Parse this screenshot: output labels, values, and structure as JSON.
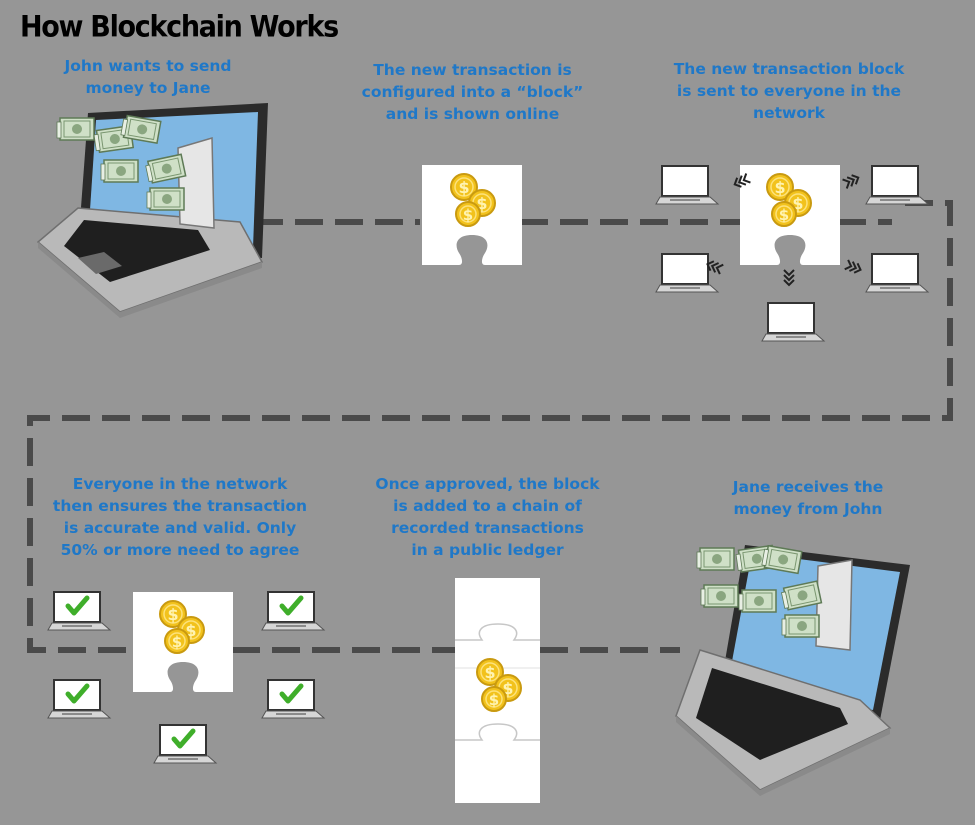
{
  "title": "How Blockchain Works",
  "steps": [
    {
      "lines": [
        "John wants to send",
        "money to Jane"
      ]
    },
    {
      "lines": [
        "The new transaction is",
        "configured  into a “block”",
        "and is shown online"
      ]
    },
    {
      "lines": [
        "The new transaction block",
        "is sent to everyone in the",
        "network"
      ]
    },
    {
      "lines": [
        "Everyone in the network",
        "then ensures the transaction",
        "is accurate and valid. Only",
        "50% or more need to agree"
      ]
    },
    {
      "lines": [
        "Once approved, the block",
        "is added to a chain of",
        "recorded transactions",
        "in a public ledger"
      ]
    },
    {
      "lines": [
        "Jane receives the",
        "money from John"
      ]
    }
  ],
  "colors": {
    "background": "#969696",
    "caption": "#1f78c8",
    "connector": "#4a4a4a",
    "coin": "#f2c21c",
    "check": "#3fae2a"
  },
  "icons": [
    "laptop-with-money-icon",
    "puzzle-block-icon",
    "gold-coins-icon",
    "small-laptop-icon",
    "checkmark-icon",
    "arrow-chevron-icon"
  ]
}
